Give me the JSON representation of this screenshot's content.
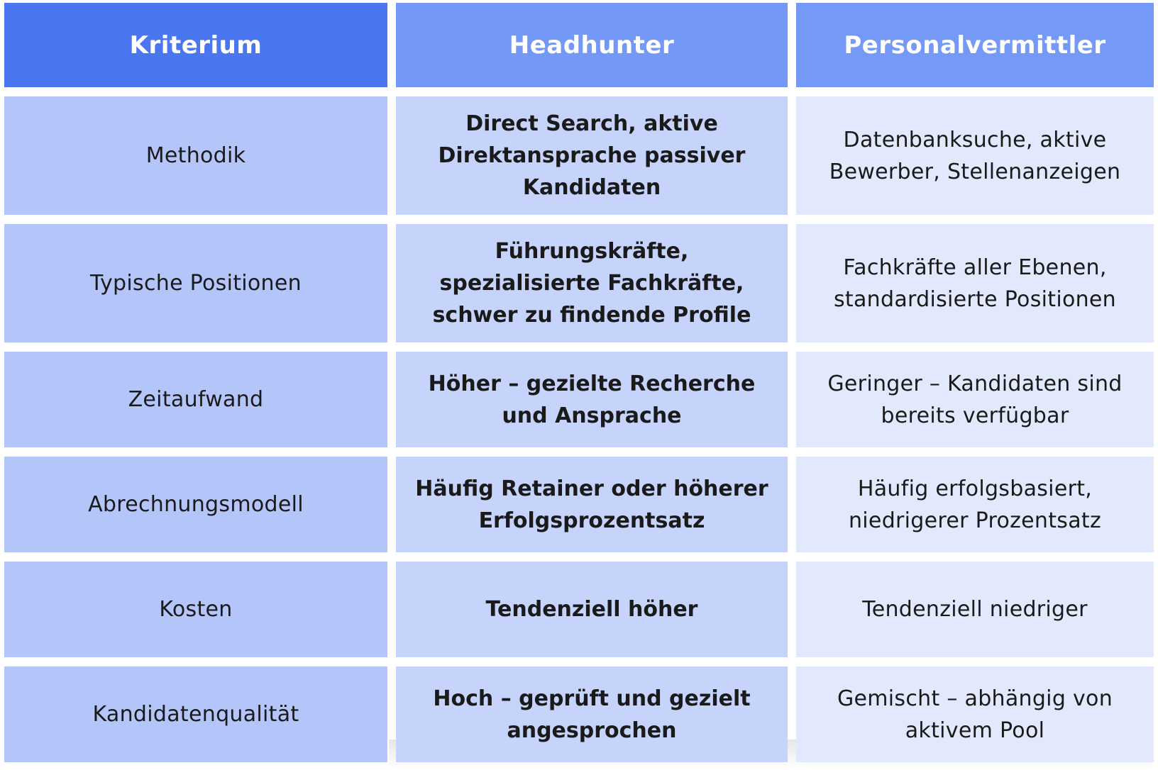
{
  "header": {
    "col0": "Kriterium",
    "col1": "Headhunter",
    "col2": "Personalvermittler"
  },
  "rows": [
    {
      "kriterium": "Methodik",
      "headhunter": "Direct Search, aktive Direktansprache passiver Kandidaten",
      "personalvermittler": "Datenbanksuche, aktive Bewerber, Stellenanzeigen"
    },
    {
      "kriterium": "Typische Positionen",
      "headhunter": "Führungskräfte, spezialisierte Fachkräfte, schwer zu findende Profile",
      "personalvermittler": "Fachkräfte aller Ebenen, standardisierte Positionen"
    },
    {
      "kriterium": "Zeitaufwand",
      "headhunter": "Höher – gezielte Recherche und Ansprache",
      "personalvermittler": "Geringer – Kandidaten sind bereits verfügbar"
    },
    {
      "kriterium": "Abrechnungsmodell",
      "headhunter": "Häufig Retainer oder höherer Erfolgsprozentsatz",
      "personalvermittler": "Häufig erfolgsbasiert, niedrigerer Prozentsatz"
    },
    {
      "kriterium": "Kosten",
      "headhunter": "Tendenziell höher",
      "personalvermittler": "Tendenziell niedriger"
    },
    {
      "kriterium": "Kandidatenqualität",
      "headhunter": "Hoch – geprüft und gezielt angesprochen",
      "personalvermittler": "Gemischt – abhängig von aktivem Pool"
    }
  ],
  "colors": {
    "header_first": "#4a76ef",
    "header_other": "#7398f6",
    "col0_bg": "#b4c5fa",
    "col1_bg": "#c6d4fb",
    "col2_bg": "#e2e9fc"
  }
}
